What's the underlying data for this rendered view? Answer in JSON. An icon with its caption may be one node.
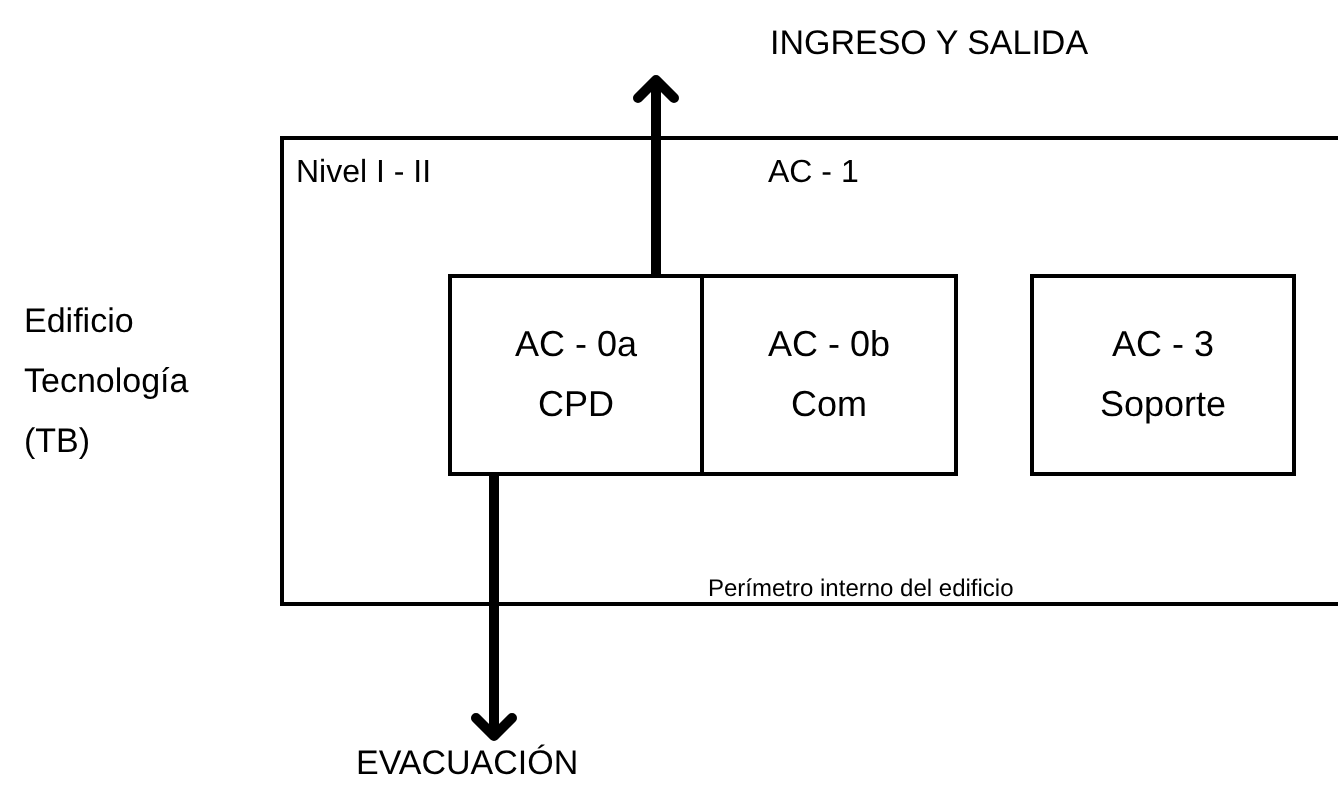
{
  "diagram": {
    "nodes": [
      {
        "text": [
          "Nivel I - II",
          "AC - 1",
          "Perímetro interno del edificio"
        ]
      },
      {
        "text": [
          "AC - 0a",
          "CPD"
        ],
        "in": 0
      },
      {
        "text": [
          "AC - 0b",
          "Com"
        ],
        "in": 0
      },
      {
        "text": [
          "AC - 3",
          "Soporte"
        ],
        "in": 0
      },
      {
        "text": [
          "INGRESO Y SALIDA"
        ]
      },
      {
        "text": [
          "EVACUACIÓN"
        ]
      }
    ],
    "edges": [
      {
        "from": 1,
        "to": 4,
        "arrow": "to"
      },
      {
        "from": 1,
        "to": 5,
        "arrow": "to"
      }
    ],
    "labels": [
      "Edificio Tecnología (TB)"
    ]
  }
}
